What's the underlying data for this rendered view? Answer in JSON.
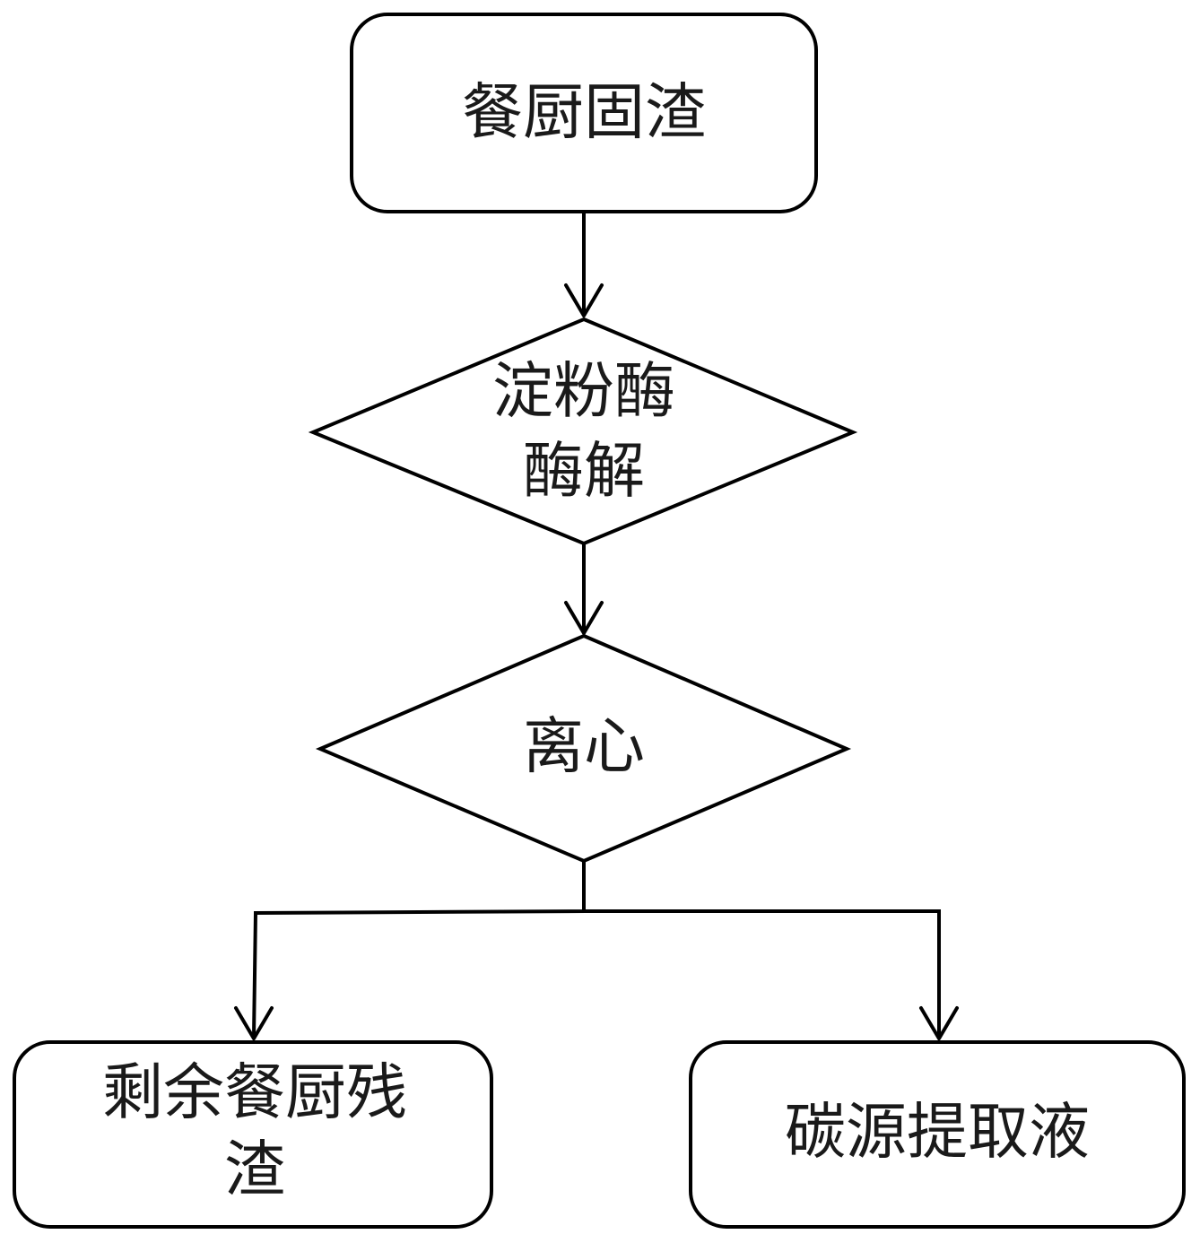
{
  "nodes": {
    "food_waste_solids": {
      "label": "餐厨固渣"
    },
    "amylase_hydrolysis": {
      "line1": "淀粉酶",
      "line2": "酶解"
    },
    "centrifuge": {
      "label": "离心"
    },
    "residual_waste": {
      "line1": "剩余餐厨残",
      "line2": "渣"
    },
    "carbon_extract": {
      "label": "碳源提取液"
    }
  },
  "edges": [
    {
      "from": "food_waste_solids",
      "to": "amylase_hydrolysis"
    },
    {
      "from": "amylase_hydrolysis",
      "to": "centrifuge"
    },
    {
      "from": "centrifuge",
      "to": "residual_waste"
    },
    {
      "from": "centrifuge",
      "to": "carbon_extract"
    }
  ],
  "colors": {
    "stroke": "#000000",
    "fill": "#ffffff",
    "text": "#1a1a1a"
  }
}
